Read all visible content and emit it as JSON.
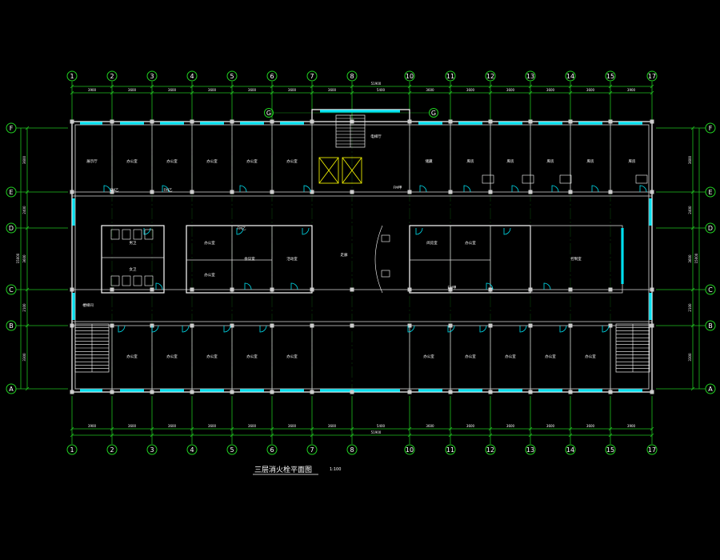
{
  "drawing": {
    "title": "三层消火栓平面图",
    "scale": "1:100",
    "colors": {
      "background": "#000000",
      "grid": "#20c020",
      "wall": "#ffffff",
      "window": "#00e0f0",
      "elevator": "#e8e800"
    }
  },
  "grid_axes": {
    "vertical": [
      "1",
      "2",
      "3",
      "4",
      "5",
      "6",
      "7",
      "8",
      "10",
      "11",
      "12",
      "13",
      "14",
      "15",
      "17"
    ],
    "horizontal": [
      "F",
      "E",
      "D",
      "C",
      "B",
      "A"
    ],
    "intermediate": "G"
  },
  "dimensions": {
    "top_spans": [
      "3900",
      "3600",
      "3600",
      "3600",
      "3600",
      "3600",
      "3600",
      "3600",
      "3600",
      "3600",
      "3600",
      "3600",
      "3600",
      "3900"
    ],
    "top_total": "51900",
    "top_mid": "5400",
    "bottom_spans": [
      "3900",
      "3600",
      "3600",
      "3600",
      "3600",
      "3600",
      "3600",
      "3600",
      "3600",
      "3600",
      "3600",
      "3600",
      "3600",
      "3900"
    ],
    "bottom_total": "51900",
    "bottom_mid": "5400",
    "side_spans": [
      "3600",
      "2400",
      "3600",
      "2100",
      "3300"
    ],
    "side_total": "15000"
  },
  "rooms": {
    "north": [
      "展示厅",
      "办公室",
      "办公室",
      "办公室",
      "办公室",
      "办公室",
      "储藏",
      "库房",
      "库房",
      "库房",
      "库房",
      "库房"
    ],
    "south": [
      "办公室",
      "办公室",
      "办公室",
      "办公室",
      "办公室",
      "办公室",
      "办公室",
      "办公室",
      "办公室",
      "办公室"
    ],
    "middle": [
      "男卫",
      "女卫",
      "办公室",
      "会议室",
      "活动室",
      "办公室",
      "阅览室",
      "办公室",
      "控制室"
    ],
    "misc": [
      "楼梯间",
      "电梯厅",
      "走廊"
    ]
  },
  "tags": [
    "FM乙",
    "FM乙",
    "FM乙",
    "FM甲",
    "FM甲"
  ]
}
